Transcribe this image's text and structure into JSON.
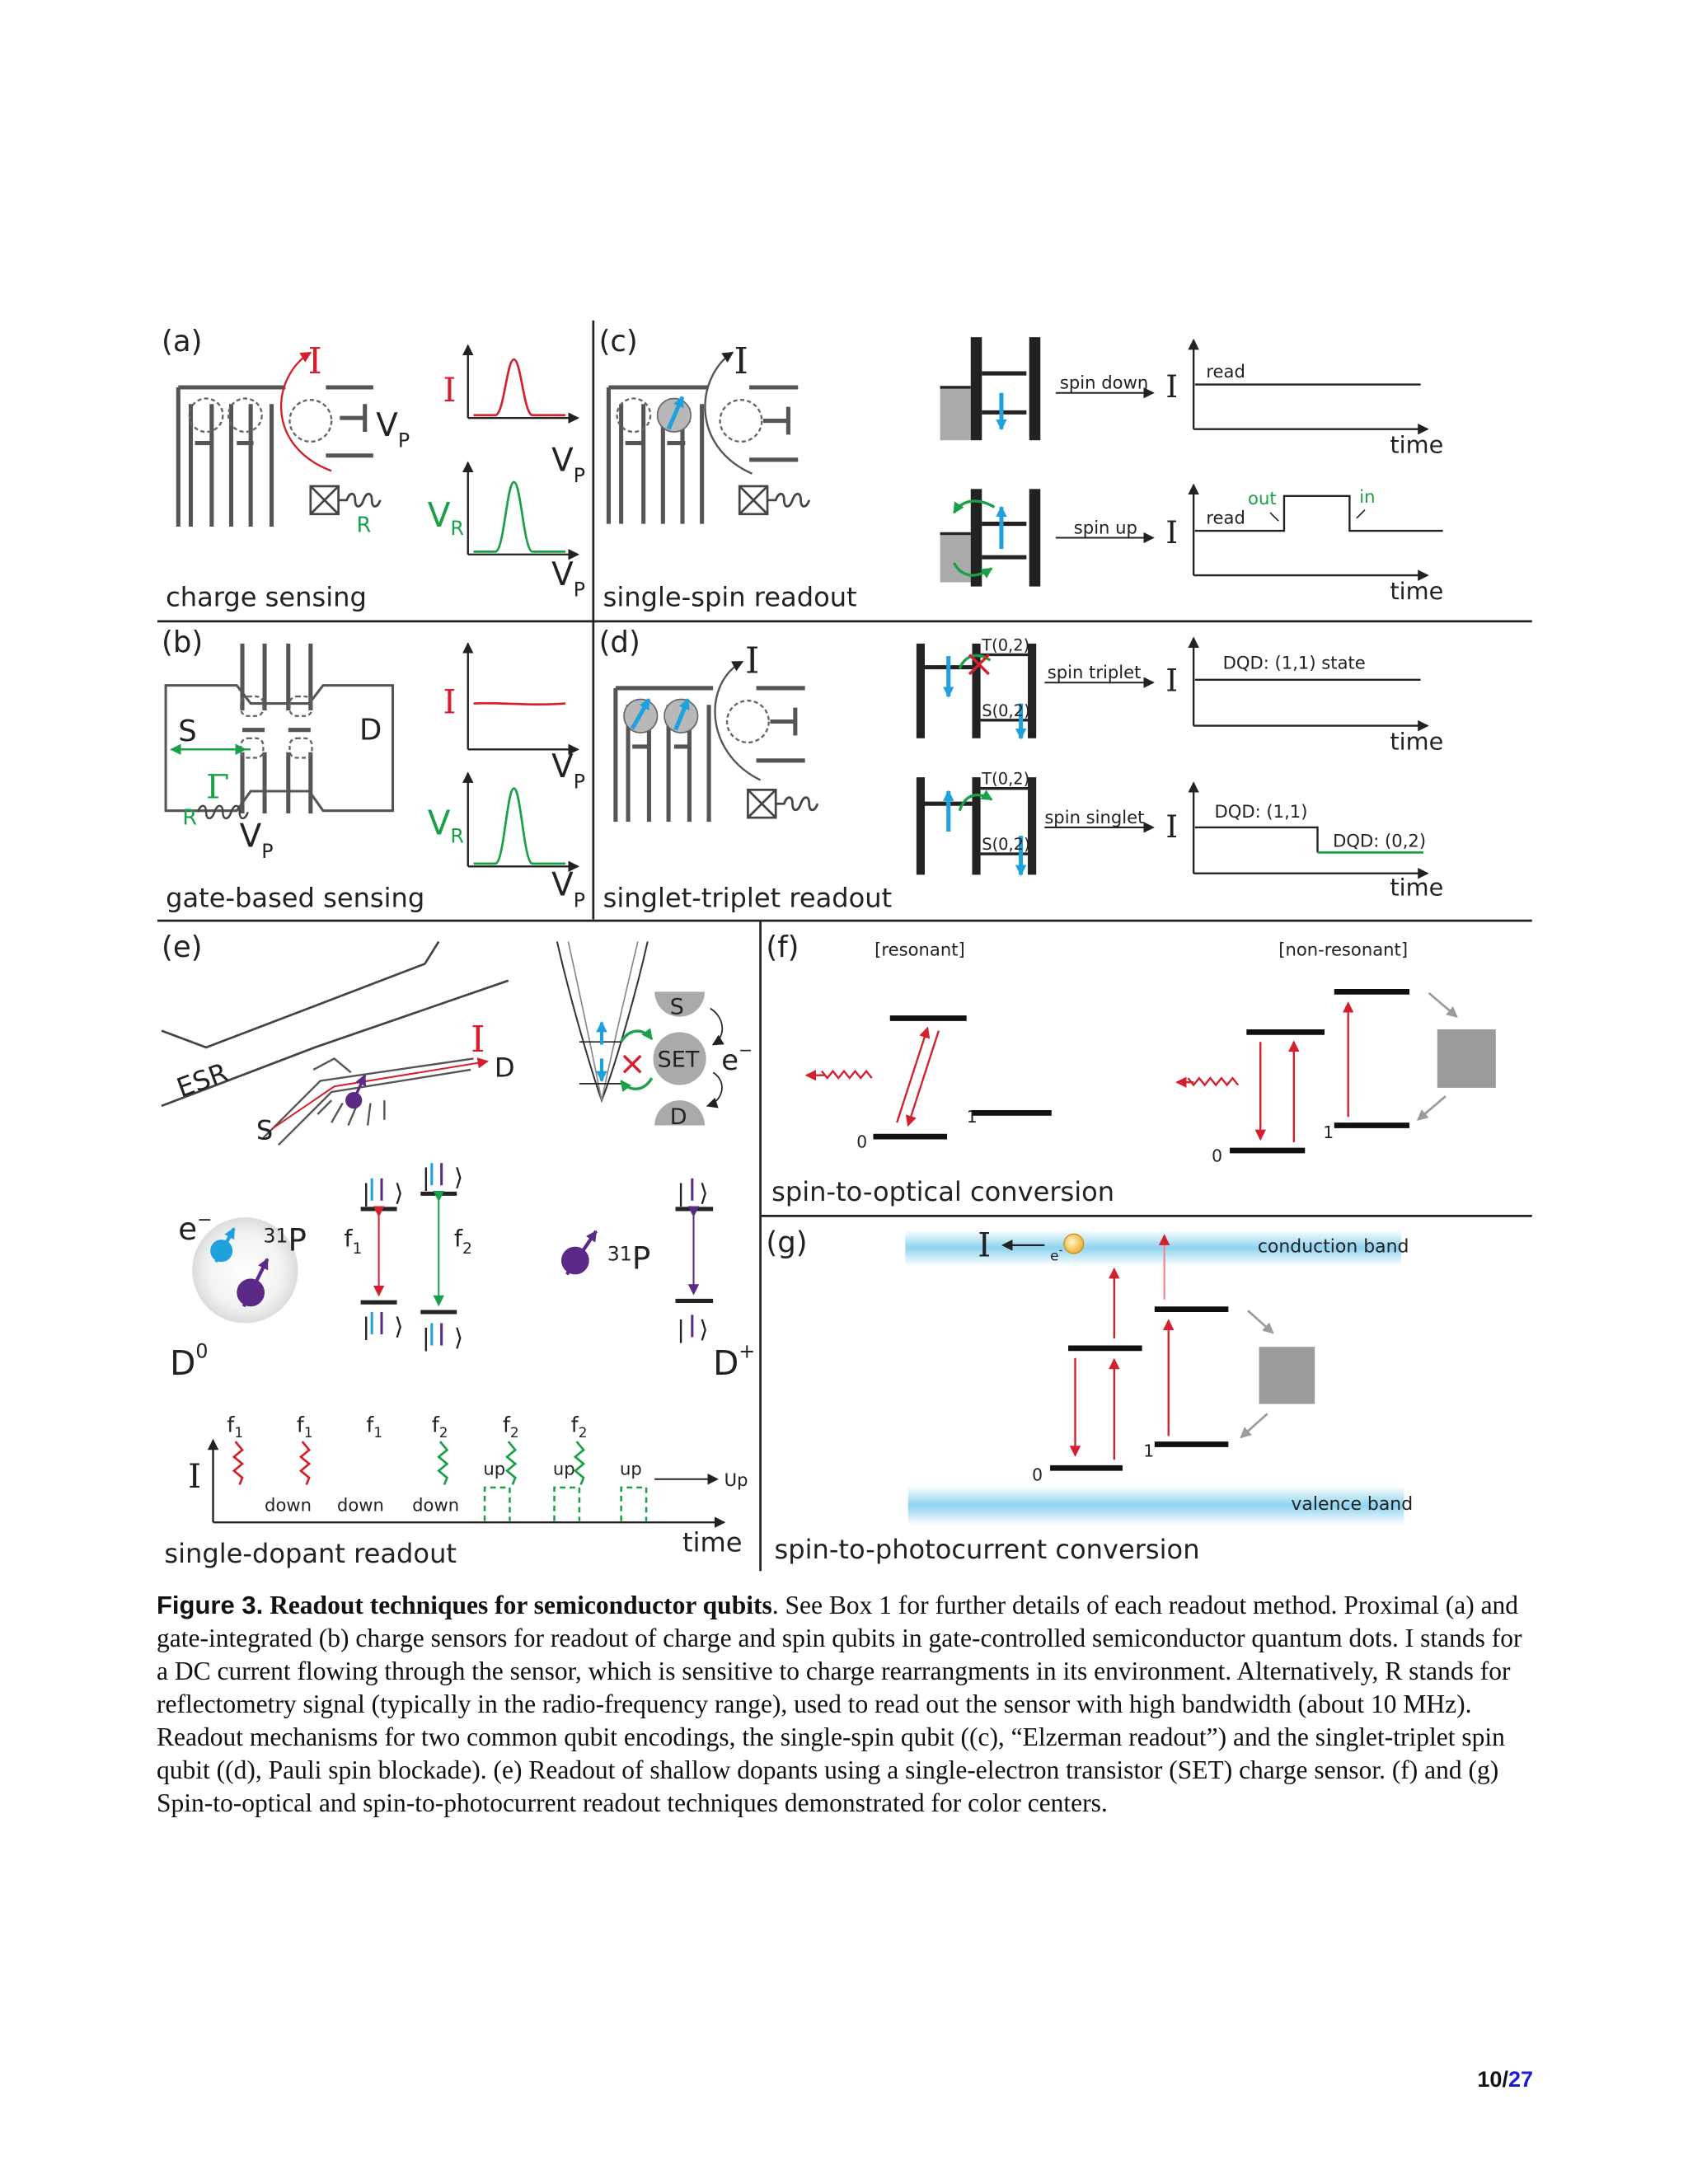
{
  "figure": {
    "panels": {
      "a": {
        "label": "(a)",
        "caption": "charge sensing",
        "sensor_current": "I",
        "gate_voltage": "V",
        "gate_voltage_sub": "P",
        "reflectometry": "R",
        "plot_top_ylabel": "I",
        "plot_bottom_ylabel": "V",
        "plot_bottom_ylabel_sub": "R",
        "plot_xlabel": "V",
        "plot_xlabel_sub": "P"
      },
      "b": {
        "label": "(b)",
        "caption": "gate-based sensing",
        "source": "S",
        "drain": "D",
        "gamma": "Γ",
        "reflectometry": "R",
        "gate_voltage": "V",
        "gate_voltage_sub": "P",
        "plot_top_ylabel": "I",
        "plot_bottom_ylabel": "V",
        "plot_bottom_ylabel_sub": "R",
        "plot_xlabel": "V",
        "plot_xlabel_sub": "P"
      },
      "c": {
        "label": "(c)",
        "caption": "single-spin readout",
        "sensor_current": "I",
        "row1_arrow": "spin down",
        "row2_arrow": "spin up",
        "current_symbol": "I",
        "read": "read",
        "out": "out",
        "in": "in",
        "time": "time"
      },
      "d": {
        "label": "(d)",
        "caption": "singlet-triplet readout",
        "sensor_current": "I",
        "triplet_level": "T(0,2)",
        "singlet_level": "S(0,2)",
        "row1_arrow": "spin triplet",
        "row2_arrow": "spin singlet",
        "current_symbol": "I",
        "row1_state": "DQD: (1,1) state",
        "row2_state_a": "DQD: (1,1)",
        "row2_state_b": "DQD: (0,2)",
        "time": "time"
      },
      "e": {
        "label": "(e)",
        "caption": "single-dopant readout",
        "esr": "ESR",
        "current": "I",
        "source": "S",
        "drain": "D",
        "set": "SET",
        "set_source": "S",
        "set_drain": "D",
        "electron": "e",
        "electron_sup": "−",
        "phosphorus_sup": "31",
        "phosphorus": "P",
        "neutral_donor": "D",
        "neutral_donor_sup": "0",
        "ionized_donor": "D",
        "ionized_donor_sup": "+",
        "f1": "f",
        "f1_sub": "1",
        "f2": "f",
        "f2_sub": "2",
        "trace_ylabel": "I",
        "trace_xlabel": "time",
        "down": "down",
        "up": "up",
        "up_out": "Up"
      },
      "f": {
        "label": "(f)",
        "caption": "spin-to-optical conversion",
        "resonant": "[resonant]",
        "non_resonant": "[non-resonant]",
        "level0": "0",
        "level1": "1"
      },
      "g": {
        "label": "(g)",
        "caption": "spin-to-photocurrent conversion",
        "current": "I",
        "electron": "e",
        "electron_sup": "-",
        "conduction_band": "conduction band",
        "valence_band": "valence band",
        "level0": "0",
        "level1": "1"
      }
    },
    "colors": {
      "red": "#d4202e",
      "green": "#1aa049",
      "blue": "#1ea1dc",
      "purple": "#5b2a86",
      "gray": "#9b9b9b",
      "band": "#8fd3ef"
    }
  },
  "caption": {
    "label": "Figure 3.",
    "title": "Readout techniques for semiconductor qubits",
    "text": ". See Box 1 for further details of each readout method. Proximal (a) and gate-integrated (b) charge sensors for readout of charge and spin qubits in gate-controlled semiconductor quantum dots. I stands for a DC current flowing through the sensor, which is sensitive to charge rearrangments in its environment. Alternatively, R stands for reflectometry signal (typically in the radio-frequency range), used to read out the sensor with high bandwidth (about 10 MHz). Readout mechanisms for two common qubit encodings, the single-spin qubit ((c), “Elzerman readout”) and the singlet-triplet spin qubit ((d), Pauli spin blockade). (e) Readout of shallow dopants using a single-electron transistor (SET) charge sensor. (f) and (g) Spin-to-optical and spin-to-photocurrent readout techniques demonstrated for color centers."
  },
  "page_number": {
    "current": "10",
    "separator": "/",
    "total": "27"
  }
}
